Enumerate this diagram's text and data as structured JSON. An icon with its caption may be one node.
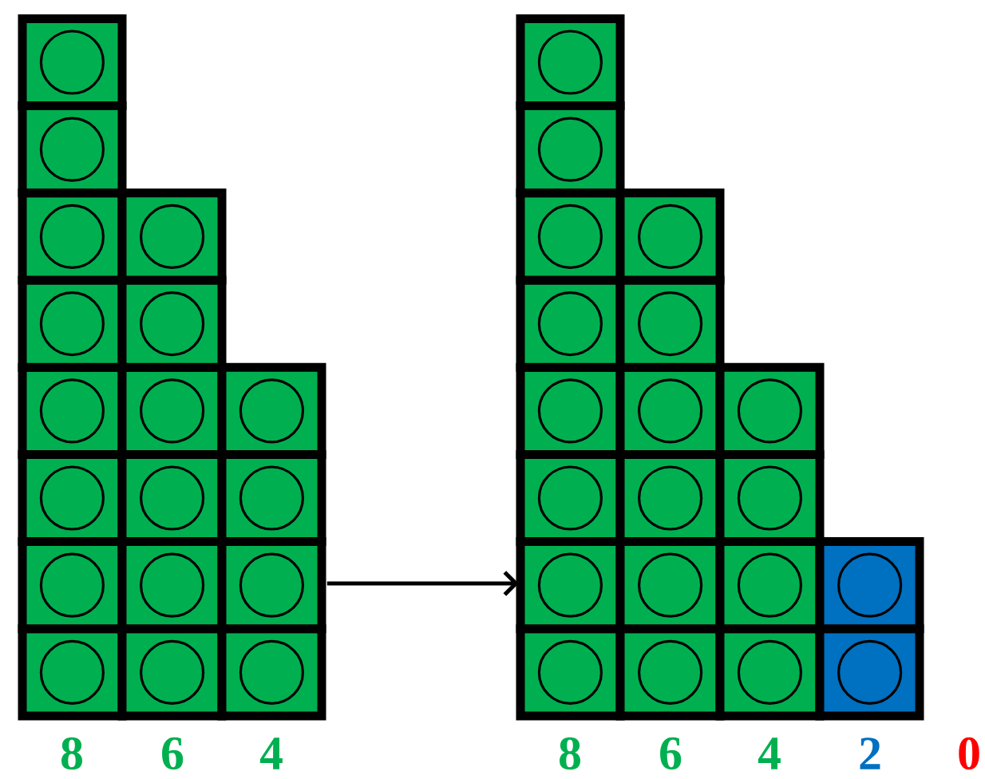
{
  "diagram": {
    "nodes": [
      {
        "text": [],
        "shape": "picture",
        "beside": [
          "8",
          "6",
          "4"
        ]
      },
      {
        "text": [],
        "shape": "picture",
        "beside": [
          "8",
          "6",
          "4",
          "2",
          "0"
        ]
      }
    ],
    "edges": [
      {
        "from": 0,
        "to": 1,
        "arrow": "to"
      }
    ]
  }
}
